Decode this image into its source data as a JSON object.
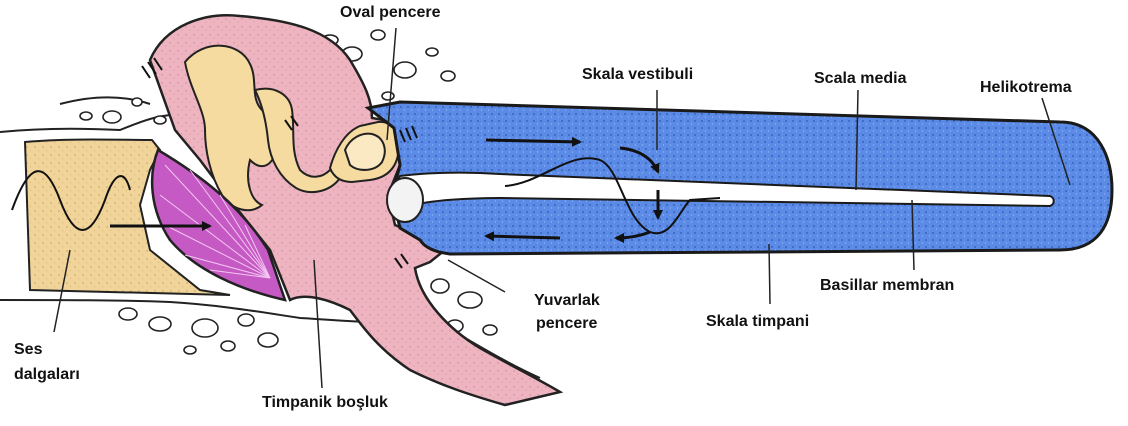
{
  "labels": {
    "oval_window": "Oval pencere",
    "scala_vestibuli": "Skala vestibuli",
    "scala_media": "Scala media",
    "helicotrema": "Helikotrema",
    "sound_waves_1": "Ses",
    "sound_waves_2": "dalgaları",
    "tympanic_cavity": "Timpanik boşluk",
    "round_window_1": "Yuvarlak",
    "round_window_2": "pencere",
    "scala_tympani": "Skala timpani",
    "basilar_membrane": "Basillar membran"
  },
  "colors": {
    "canal_tan": "#f0d49a",
    "middle_ear_pink": "#eeb4c0",
    "ossicle_yellow": "#f6dba0",
    "eardrum_magenta": "#c65ac4",
    "cochlea_blue": "#5b8be6",
    "membrane_white": "#ffffff",
    "outline": "#111111"
  }
}
